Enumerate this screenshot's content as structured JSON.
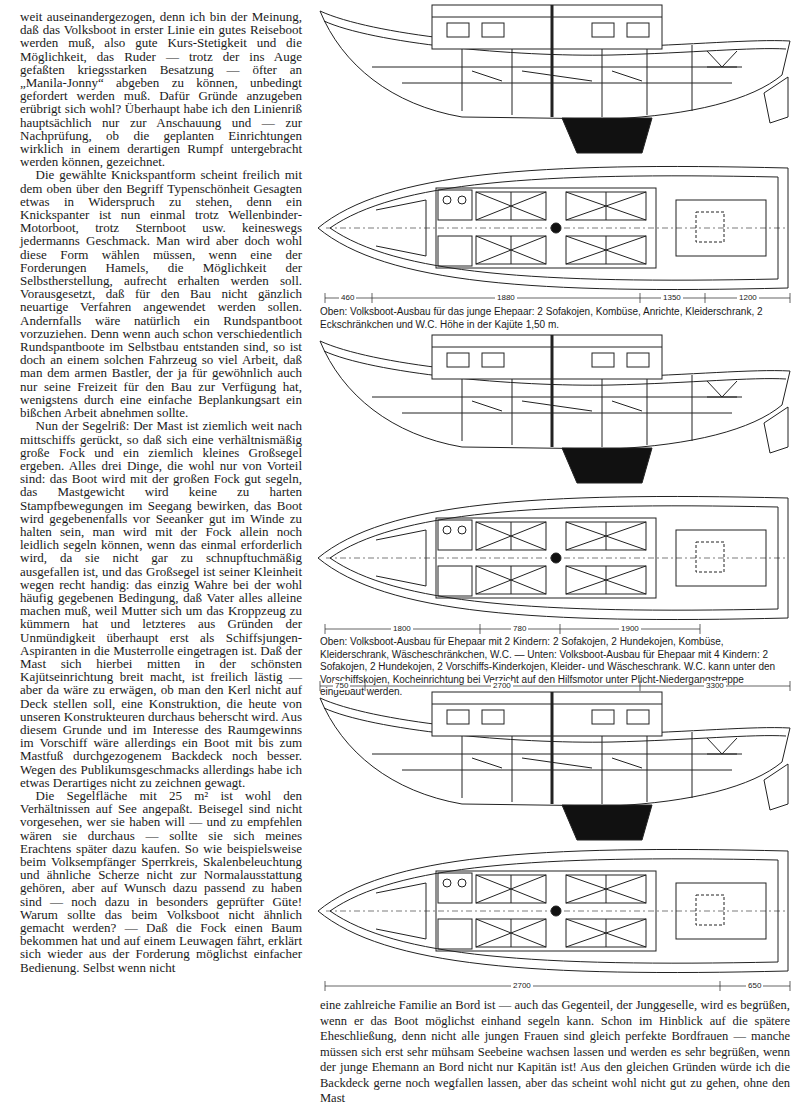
{
  "diagram": {
    "labels": [
      "weit auseinandergezogen, denn ich bin der Meinung, daß das Volksboot in erster Linie ein gutes Reiseboot werden muß, also gute Kurs-Stetigkeit und die Möglichkeit, das Ruder — trotz der ins Auge gefaßten kriegsstarken Besatzung — öfter an „Manila-Jonny“ abgeben zu können, unbedingt gefordert werden muß. Dafür Gründe anzugeben erübrigt sich wohl? Überhaupt habe ich den Linienriß hauptsächlich nur zur Anschauung und — zur Nachprüfung, ob die geplanten Einrichtungen wirklich in einem derartigen Rumpf untergebracht werden können, gezeichnet.",
      "Die gewählte Knickspantform scheint freilich mit dem oben über den Begriff Typenschönheit Gesagten etwas in Widerspruch zu stehen, denn ein Knickspanter ist nun einmal trotz Wellenbinder-Motorboot, trotz Sternboot usw. keineswegs jedermanns Geschmack. Man wird aber doch wohl diese Form wählen müssen, wenn eine der Forderungen Hamels, die Möglichkeit der Selbstherstellung, aufrecht erhalten werden soll. Vorausgesetzt, daß für den Bau nicht gänzlich neuartige Verfahren angewendet werden sollen. Andernfalls wäre natürlich ein Rundspantboot vorzuziehen. Denn wenn auch schon verschiedentlich Rundspantboote im Selbstbau entstanden sind, so ist doch an einem solchen Fahrzeug so viel Arbeit, daß man dem armen Bastler, der ja für gewöhnlich auch nur seine Freizeit für den Bau zur Verfügung hat, wenigstens durch eine einfache Beplankungsart ein bißchen Arbeit abnehmen sollte.",
      "Nun der Segelriß: Der Mast ist ziemlich weit nach mittschiffs gerückt, so daß sich eine verhältnismäßig große Fock und ein ziemlich kleines Großsegel ergeben. Alles drei Dinge, die wohl nur von Vorteil sind: das Boot wird mit der großen Fock gut segeln, das Mastgewicht wird keine zu harten Stampfbewegungen im Seegang bewirken, das Boot wird gegebenenfalls vor Seeanker gut im Winde zu halten sein, man wird mit der Fock allein noch leidlich segeln können, wenn das einmal erforderlich wird, da sie nicht gar zu schnupftuchmäßig ausgefallen ist, und das Großsegel ist seiner Kleinheit wegen recht handig: das einzig Wahre bei der wohl häufig gegebenen Bedingung, daß Vater alles alleine machen muß, weil Mutter sich um das Kroppzeug zu kümmern hat und letzteres aus Gründen der Unmündigkeit überhaupt erst als Schiffsjungen-Aspiranten in die Musterrolle eingetragen ist. Daß der Mast sich hierbei mitten in der schönsten Kajütseinrichtung breit macht, ist freilich lästig — aber da wäre zu erwägen, ob man den Kerl nicht auf Deck stellen soll, eine Konstruktion, die heute von unseren Konstrukteuren durchaus beherscht wird. Aus diesem Grunde und im Interesse des Raumgewinns im Vorschiff wäre allerdings ein Boot mit bis zum Mastfuß durchgezogenem Backdeck noch besser. Wegen des Publikumsgeschmacks allerdings habe ich etwas Derartiges nicht zu zeichnen gewagt.",
      "Die Segelfläche mit 25 m² ist wohl den Verhältnissen auf See angepaßt. Beisegel sind nicht vorgesehen, wer sie haben will — und zu empfehlen wären sie durchaus — sollte sie sich meines Erachtens später dazu kaufen. So wie beispielsweise beim Volksempfänger Sperrkreis, Skalenbeleuchtung und ähnliche Scherze nicht zur Normalausstattung gehören, aber auf Wunsch dazu passend zu haben sind — noch dazu in besonders geprüfter Güte! Warum sollte das beim Volksboot nicht ähnlich gemacht werden? — Daß die Fock einen Baum bekommen hat und auf einem Leuwagen fährt, erklärt sich wieder aus der Forderung möglichst einfacher Bedienung. Selbst wenn nicht",
      "eine zahlreiche Familie an Bord ist — auch das Gegenteil, der Junggeselle, wird es begrüßen, wenn er das Boot möglichst einhand segeln kann. Schon im Hinblick auf die spätere Eheschließung, denn nicht alle jungen Frauen sind gleich perfekte Bordfrauen — manche müssen sich erst sehr mühsam Seebeine wachsen lassen und werden es sehr begrüßen, wenn der junge Ehemann an Bord nicht nur Kapitän ist! Aus den gleichen Gründen würde ich die Backdeck gerne noch wegfallen lassen, aber das scheint wohl nicht gut zu gehen, ohne den Mast",
      "Oben: Volksboot-Ausbau für das junge Ehepaar: 2 Sofakojen, Kombüse, Anrichte, Kleiderschrank, 2 Eckschränkchen und W.C. Höhe in der Kajüte 1,50 m.",
      "Oben: Volksboot-Ausbau für Ehepaar mit 2 Kindern: 2 Sofakojen, 2 Hundekojen, Kombüse, Kleiderschrank, Wäscheschränkchen, W.C. — Unten: Volksboot-Ausbau für Ehepaar mit 4 Kindern: 2 Sofakojen, 2 Hundekojen, 2 Vorschiffs-Kinderkojen, Kleider- und Wäscheschrank. W.C. kann unter den Vorschiffskojen, Kocheinrichtung bei Verzicht auf den Hilfsmotor unter Plicht-Niedergangstreppe eingebaut werden.",
      "460",
      "1880",
      "1350",
      "1200",
      "1800",
      "780",
      "1900",
      "750",
      "2700",
      "3300",
      "2700",
      "650"
    ]
  }
}
